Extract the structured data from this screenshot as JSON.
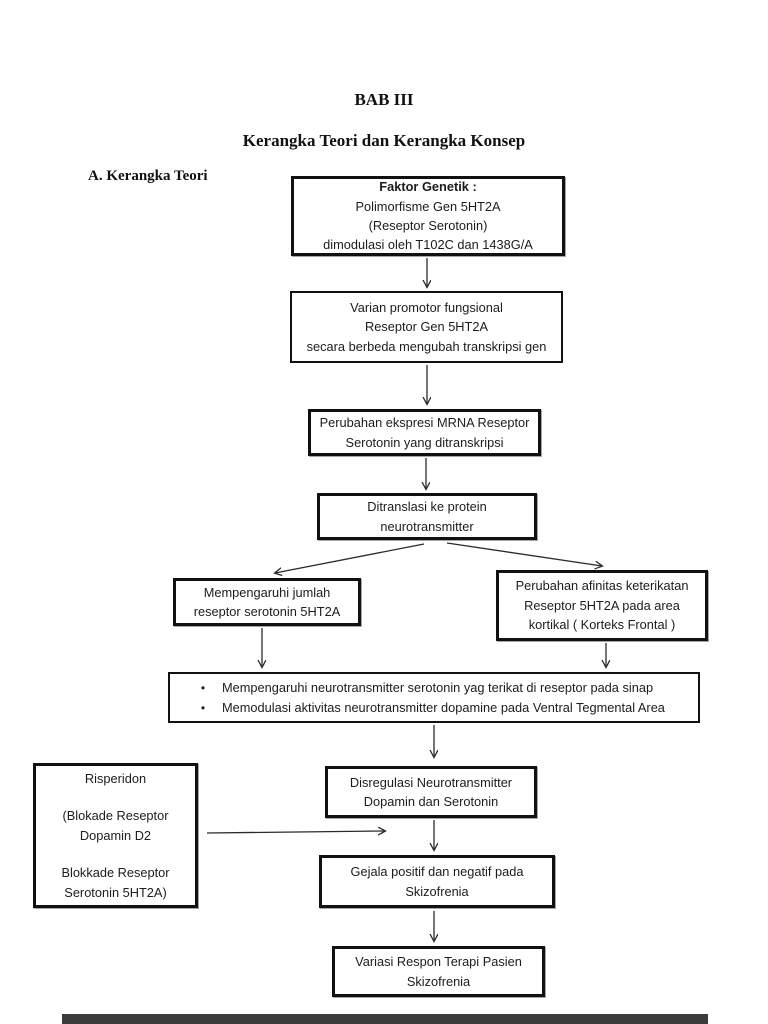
{
  "document": {
    "chapter_title": "BAB III",
    "page_title": "Kerangka Teori dan Kerangka Konsep",
    "section_heading": "A. Kerangka Teori"
  },
  "bullet_char": "•",
  "flowchart": {
    "faktor_genetik": {
      "heading": "Faktor Genetik :",
      "line1": "Polimorfisme Gen 5HT2A",
      "line2": "(Reseptor Serotonin)",
      "line3": "dimodulasi oleh T102C dan 1438G/A"
    },
    "varian_promotor": {
      "line1": "Varian promotor fungsional",
      "line2": "Reseptor Gen 5HT2A",
      "line3": "secara berbeda mengubah transkripsi gen"
    },
    "perubahan_ekspresi": {
      "line1": "Perubahan ekspresi MRNA Reseptor",
      "line2": "Serotonin yang ditranskripsi"
    },
    "ditranslasi": {
      "line1": "Ditranslasi ke protein",
      "line2": "neurotransmitter"
    },
    "jumlah_reseptor": {
      "line1": "Mempengaruhi jumlah",
      "line2": "reseptor serotonin 5HT2A"
    },
    "afinitas": {
      "line1": "Perubahan afinitas keterikatan",
      "line2": "Reseptor 5HT2A pada area",
      "line3": "kortikal ( Korteks Frontal )"
    },
    "efek_bullets": {
      "item1": "Mempengaruhi neurotransmitter serotonin yag terikat di reseptor pada sinap",
      "item2": "Memodulasi aktivitas neurotransmitter dopamine pada Ventral Tegmental Area"
    },
    "risperidon": {
      "line1": "Risperidon",
      "line2": "(Blokade Reseptor",
      "line3": "Dopamin D2",
      "line4": "Blokkade Reseptor",
      "line5": "Serotonin 5HT2A)"
    },
    "disregulasi": {
      "line1": "Disregulasi Neurotransmitter",
      "line2": "Dopamin dan Serotonin"
    },
    "gejala": {
      "line1": "Gejala positif dan negatif pada",
      "line2": "Skizofrenia"
    },
    "variasi": {
      "line1": "Variasi Respon Terapi Pasien",
      "line2": "Skizofrenia"
    }
  },
  "colors": {
    "page_background": "#ffffff",
    "box_border": "#111111",
    "text": "#1c1c1c",
    "arrow": "#2b2b2b",
    "bottom_bar": "#3b3b3b"
  }
}
